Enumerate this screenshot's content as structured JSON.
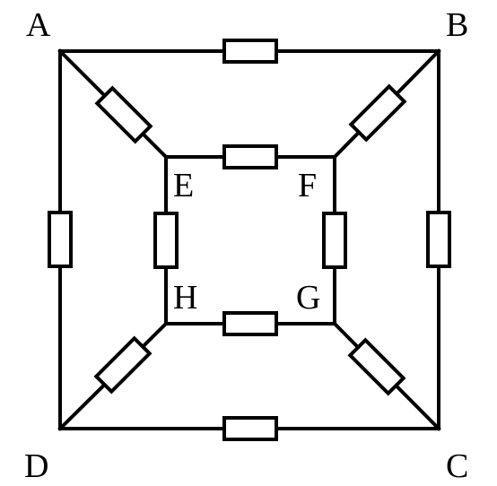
{
  "nodes": {
    "A": "A",
    "B": "B",
    "C": "C",
    "D": "D",
    "E": "E",
    "F": "F",
    "G": "G",
    "H": "H"
  },
  "connections": [
    {
      "from": "A",
      "to": "B",
      "component": "resistor"
    },
    {
      "from": "B",
      "to": "C",
      "component": "resistor"
    },
    {
      "from": "C",
      "to": "D",
      "component": "resistor"
    },
    {
      "from": "D",
      "to": "A",
      "component": "resistor"
    },
    {
      "from": "E",
      "to": "F",
      "component": "resistor"
    },
    {
      "from": "F",
      "to": "G",
      "component": "resistor"
    },
    {
      "from": "G",
      "to": "H",
      "component": "resistor"
    },
    {
      "from": "H",
      "to": "E",
      "component": "resistor"
    },
    {
      "from": "A",
      "to": "E",
      "component": "resistor"
    },
    {
      "from": "B",
      "to": "F",
      "component": "resistor"
    },
    {
      "from": "C",
      "to": "G",
      "component": "resistor"
    },
    {
      "from": "D",
      "to": "H",
      "component": "resistor"
    }
  ],
  "colors": {
    "line": "#000000",
    "background": "#ffffff"
  }
}
